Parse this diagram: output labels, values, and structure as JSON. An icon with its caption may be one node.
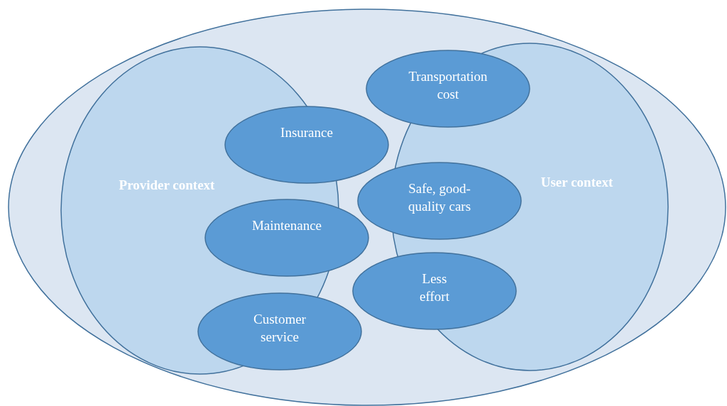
{
  "diagram": {
    "nodes": [
      {
        "text": [],
        "shape": "ellipse"
      },
      {
        "text": [
          "Provider context"
        ],
        "in": 0
      },
      {
        "text": [
          "User context"
        ],
        "in": 0
      },
      {
        "text": [
          "Transportation cost"
        ],
        "in": 0
      },
      {
        "text": [
          "Insurance"
        ],
        "in": 0
      },
      {
        "text": [
          "Safe, good-quality cars"
        ],
        "in": 0
      },
      {
        "text": [
          "Maintenance"
        ],
        "in": 0
      },
      {
        "text": [
          "Less effort"
        ],
        "in": 0
      },
      {
        "text": [
          "Customer service"
        ],
        "in": 0
      }
    ]
  }
}
